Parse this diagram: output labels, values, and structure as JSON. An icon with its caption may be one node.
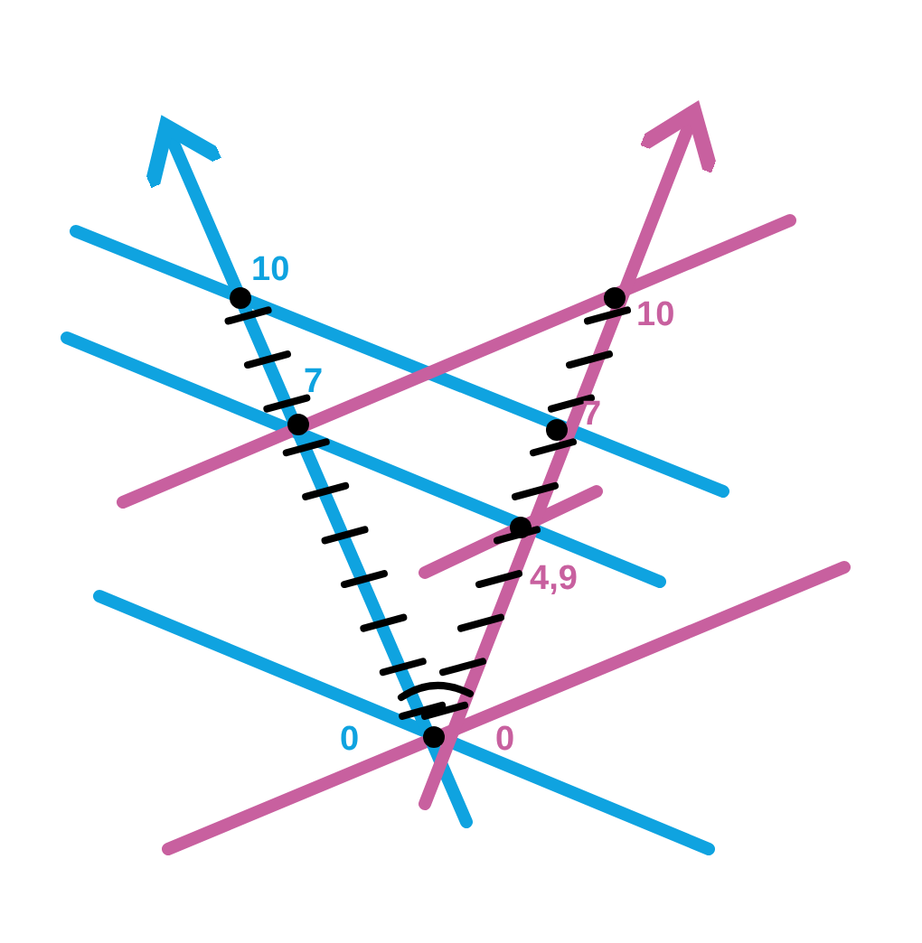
{
  "diagram": {
    "labels": [
      "10",
      "10",
      "7",
      "7",
      "4,9",
      "0",
      "0"
    ]
  }
}
